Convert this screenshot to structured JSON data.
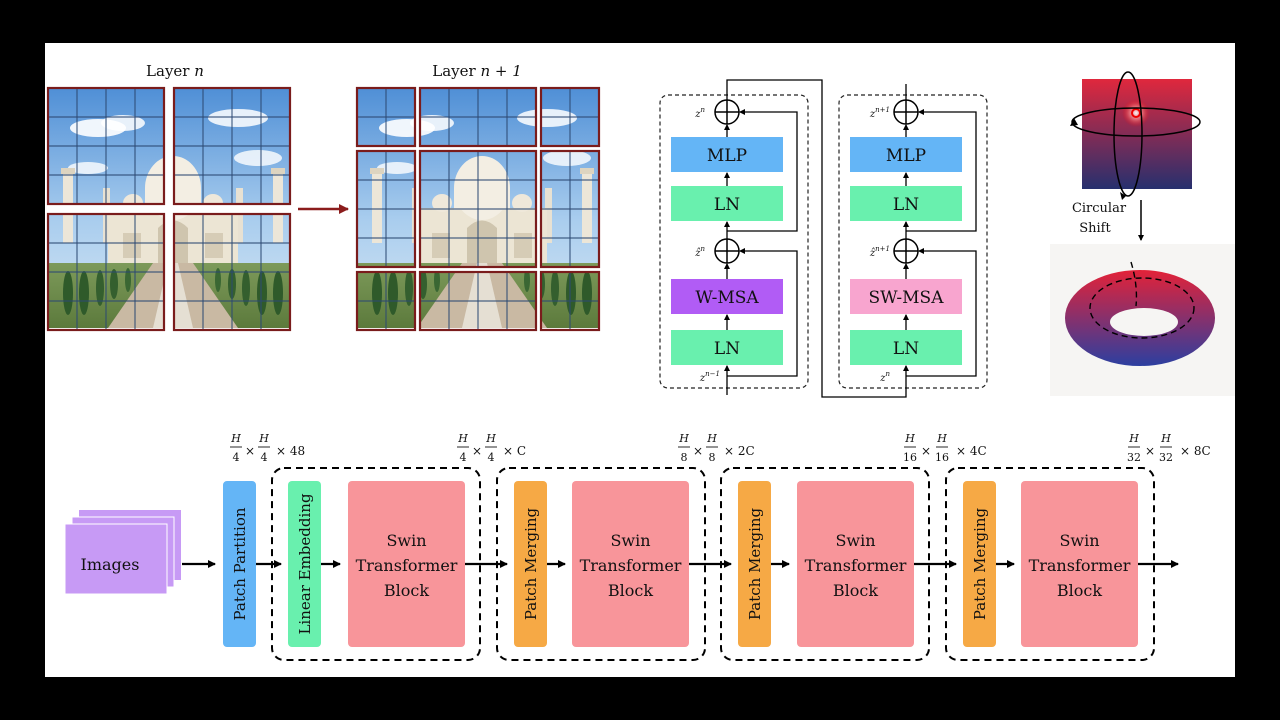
{
  "layers": {
    "left_title": "Layer",
    "left_var": "n",
    "right_title": "Layer",
    "right_var": "n + 1"
  },
  "block_left": {
    "mlp": "MLP",
    "ln_top": "LN",
    "attn": "W-MSA",
    "ln_bottom": "LN",
    "z_out": "z",
    "z_out_sup": "n",
    "z_mid": "ẑ",
    "z_mid_sup": "n",
    "z_in": "z",
    "z_in_sup": "n−1"
  },
  "block_right": {
    "mlp": "MLP",
    "ln_top": "LN",
    "attn": "SW-MSA",
    "ln_bottom": "LN",
    "z_out": "z",
    "z_out_sup": "n+1",
    "z_mid": "ẑ",
    "z_mid_sup": "n+1",
    "z_in": "z",
    "z_in_sup": "n"
  },
  "circular_shift": {
    "line1": "Circular",
    "line2": "Shift"
  },
  "pipeline": {
    "images": "Images",
    "patch_partition": "Patch Partition",
    "linear_embedding": "Linear Embedding",
    "patch_merging": "Patch Merging",
    "swin_block": [
      "Swin",
      "Transformer",
      "Block"
    ],
    "dims": [
      {
        "num": "H",
        "den": "4",
        "suffix": "× 48"
      },
      {
        "num": "H",
        "den": "4",
        "suffix": "× C"
      },
      {
        "num": "H",
        "den": "8",
        "suffix": "× 2C"
      },
      {
        "num": "H",
        "den": "16",
        "suffix": "× 4C"
      },
      {
        "num": "H",
        "den": "32",
        "suffix": "× 8C"
      }
    ]
  },
  "colors": {
    "mlp": "#64b5f6",
    "ln": "#69f0ae",
    "wmsa": "#b15cf5",
    "swmsa": "#f8a5cf",
    "patch_partition": "#64b5f6",
    "linear_embedding": "#69f0ae",
    "patch_merging": "#f6a945",
    "swin_block": "#f8959a",
    "images": "#c79af5",
    "grid_border": "#7a1c1c"
  }
}
